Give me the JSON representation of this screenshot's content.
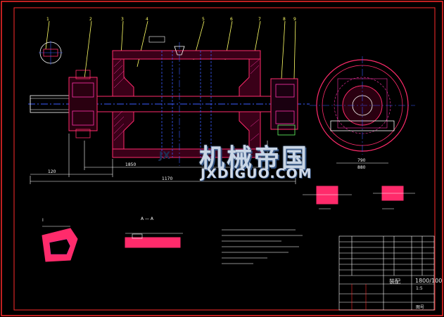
{
  "drawing": {
    "border_color": "#ff2b2b",
    "frame_color": "#ffffff",
    "part_color": "#ff2b6b",
    "hatch_color": "#ff33aa",
    "centerline_color": "#3a5bff",
    "dim_color": "#ffffff",
    "leader_color": "#ffff66"
  },
  "watermark": {
    "cn_text": "机械帝国",
    "en_text": "JXDIGUO.COM",
    "logo_text": "JX"
  },
  "title_block": {
    "drawing_no": "1800/100",
    "scale_text": "1:5",
    "part_label": "装配",
    "checker_mark": "图号"
  },
  "dimensions": {
    "overall_length": "1170",
    "drum_length": "1850",
    "left_shaft": "120",
    "width_label": "790",
    "height_label": "880"
  },
  "section_labels": {
    "section_a": "A — A",
    "detail_i": "I"
  }
}
